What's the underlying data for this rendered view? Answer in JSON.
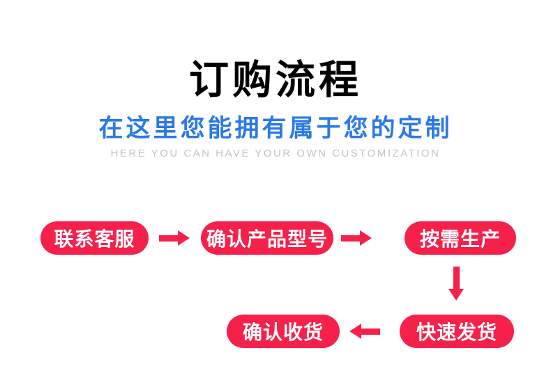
{
  "header": {
    "title": "订购流程",
    "subtitle_cn": "在这里您能拥有属于您的定制",
    "subtitle_en": "HERE YOU CAN HAVE YOUR OWN CUSTOMIZATION"
  },
  "colors": {
    "accent_red": "#f5214b",
    "accent_blue": "#2a79e8",
    "subtitle_gray": "#c3c3c3",
    "title_black": "#000000",
    "background": "#ffffff"
  },
  "flowchart": {
    "steps": [
      {
        "id": "contact",
        "label": "联系客服"
      },
      {
        "id": "confirm-model",
        "label": "确认产品型号"
      },
      {
        "id": "production",
        "label": "按需生产"
      },
      {
        "id": "shipping",
        "label": "快速发货"
      },
      {
        "id": "receipt",
        "label": "确认收货"
      }
    ],
    "arrows": [
      {
        "from": "contact",
        "to": "confirm-model",
        "direction": "right"
      },
      {
        "from": "confirm-model",
        "to": "production",
        "direction": "right"
      },
      {
        "from": "production",
        "to": "shipping",
        "direction": "down"
      },
      {
        "from": "shipping",
        "to": "receipt",
        "direction": "left"
      }
    ]
  }
}
